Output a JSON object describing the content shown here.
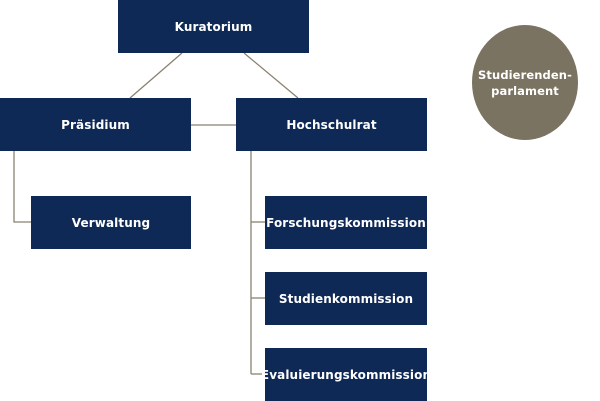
{
  "nodes": {
    "kuratorium": "Kuratorium",
    "praesidium": "Präsidium",
    "hochschulrat": "Hochschulrat",
    "verwaltung": "Verwaltung",
    "forschungskommission": "Forschungskommission",
    "studienkommission": "Studienkommission",
    "evaluierungskommission": "Evaluierungskommission",
    "parlament_line1": "Studierenden-",
    "parlament_line2": "parlament"
  },
  "colors": {
    "box_fill": "#0e2955",
    "circle_fill": "#7a7361",
    "connector": "#8a8270",
    "text": "#ffffff"
  }
}
